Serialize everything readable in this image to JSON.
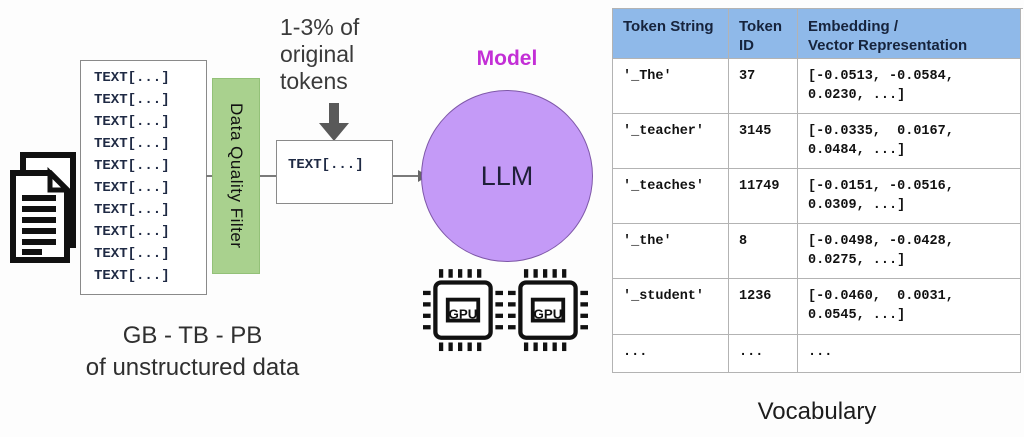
{
  "pipeline": {
    "raw_text_lines": [
      "TEXT[...]",
      "TEXT[...]",
      "TEXT[...]",
      "TEXT[...]",
      "TEXT[...]",
      "TEXT[...]",
      "TEXT[...]",
      "TEXT[...]",
      "TEXT[...]",
      "TEXT[...]"
    ],
    "filter_label": "Data Quality Filter",
    "reduction_note": "1-3% of\noriginal\ntokens",
    "filtered_box_text": "TEXT[...]",
    "model_label": "Model",
    "llm_label": "LLM",
    "gpu_label": "GPU",
    "source_caption": "GB - TB - PB\nof unstructured data"
  },
  "icons": {
    "documents": "documents-icon",
    "gpu_chip": "gpu-chip-icon",
    "down_arrow": "down-arrow-icon",
    "flow_arrow": "right-arrow-icon"
  },
  "vocabulary": {
    "caption": "Vocabulary",
    "columns": [
      "Token String",
      "Token\nID",
      "Embedding /\nVector Representation"
    ],
    "rows": [
      {
        "token": "'_The'",
        "id": "37",
        "embedding": "[-0.0513, -0.0584,\n0.0230, ...]"
      },
      {
        "token": "'_teacher'",
        "id": "3145",
        "embedding": "[-0.0335,  0.0167,\n0.0484, ...]"
      },
      {
        "token": "'_teaches'",
        "id": "11749",
        "embedding": "[-0.0151, -0.0516,\n0.0309, ...]"
      },
      {
        "token": "'_the'",
        "id": "8",
        "embedding": "[-0.0498, -0.0428,\n0.0275, ...]"
      },
      {
        "token": "'_student'",
        "id": "1236",
        "embedding": "[-0.0460,  0.0031,\n0.0545, ...]"
      },
      {
        "token": "...",
        "id": "...",
        "embedding": "..."
      }
    ]
  },
  "colors": {
    "filter_green": "#a9d18e",
    "model_purple": "#c49af7",
    "model_label_magenta": "#c32fd6",
    "table_header_blue": "#8fb9e9",
    "mono_text_navy": "#1f2a44",
    "arrow_gray": "#595959"
  }
}
